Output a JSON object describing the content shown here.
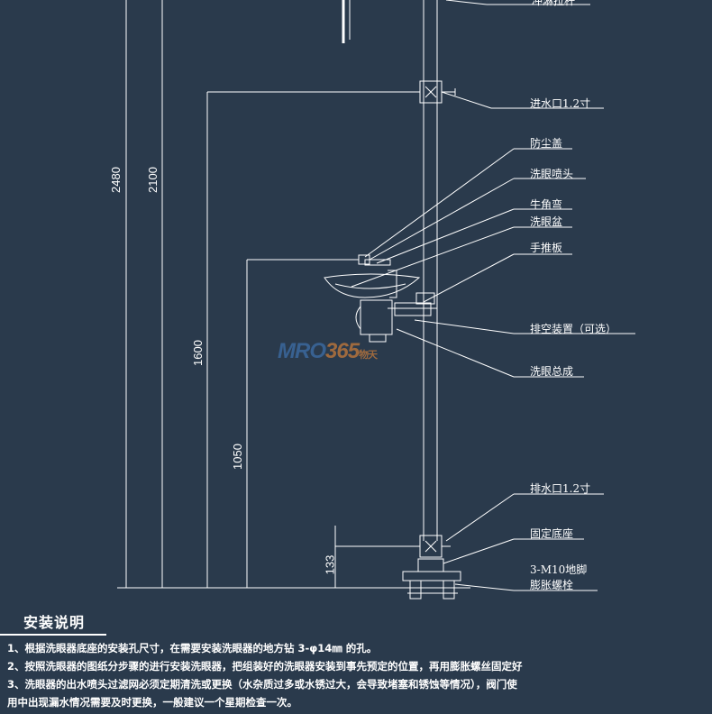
{
  "labels": {
    "top_cut": "冲淋拉杆",
    "inlet": "进水口1.2寸",
    "dust_cover": "防尘盖",
    "eyewash_nozzle": "洗眼喷头",
    "elbow": "牛角弯",
    "eyewash_bowl": "洗眼盆",
    "push_plate": "手推板",
    "drain_device": "排空装置（可选）",
    "eyewash_assembly": "洗眼总成",
    "outlet": "排水口1.2寸",
    "fixed_base": "固定底座",
    "anchor_line1": "3-M10地脚",
    "anchor_line2": "膨胀螺栓"
  },
  "dimensions": {
    "d2480": "2480",
    "d2100": "2100",
    "d1600": "1600",
    "d1050": "1050",
    "d133": "133"
  },
  "watermark": {
    "brand": "MRO",
    "number": "365",
    "suffix": "物天"
  },
  "install": {
    "heading": "安装说明",
    "items": [
      "1、根据洗眼器底座的安装孔尺寸，在需要安装洗眼器的地方钻 3-φ14㎜ 的孔。",
      "2、按照洗眼器的图纸分步骤的进行安装洗眼器，把组装好的洗眼器安装到事先预定的位置，再用膨胀螺丝固定好",
      "3、洗眼器的出水喷头过滤网必须定期清洗或更换（水杂质过多或水锈过大，会导致堵塞和锈蚀等情况），阀门使",
      "用中出现漏水情况需要及时更换，一般建议一个星期检查一次。"
    ]
  },
  "colors": {
    "background": "#2a3a4c",
    "line": "#ffffff",
    "watermark_blue": "#3d6ea8",
    "watermark_orange": "#c77a3a"
  }
}
